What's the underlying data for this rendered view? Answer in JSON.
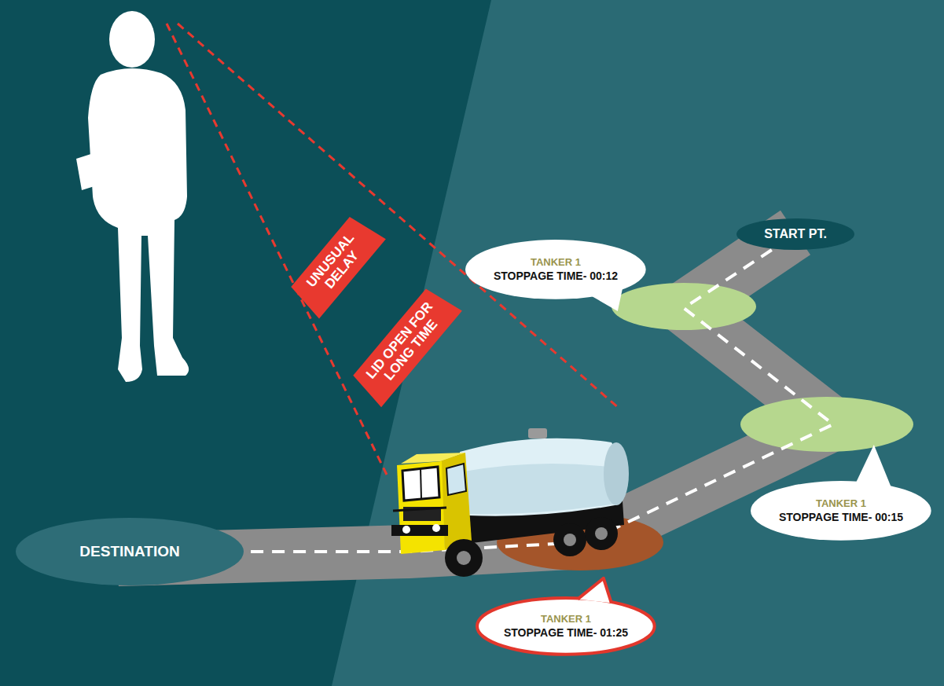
{
  "diagram": {
    "nodes": [
      {
        "text": [
          "START PT."
        ]
      },
      {
        "text": [
          "UNUSUAL DELAY"
        ]
      },
      {
        "text": [
          "TANKER 1",
          "STOPPAGE TIME- 00:12"
        ]
      },
      {
        "text": [
          "LID OPEN FOR LONG TIME"
        ]
      },
      {
        "text": [
          "TANKER 1",
          "STOPPAGE TIME- 00:15"
        ]
      },
      {
        "text": [
          "DESTINATION"
        ]
      },
      {
        "text": [
          "TANKER 1",
          "STOPPAGE TIME- 01:25"
        ]
      }
    ],
    "edges": [
      {
        "from": 0,
        "to": 5,
        "arrow": "none"
      }
    ]
  }
}
